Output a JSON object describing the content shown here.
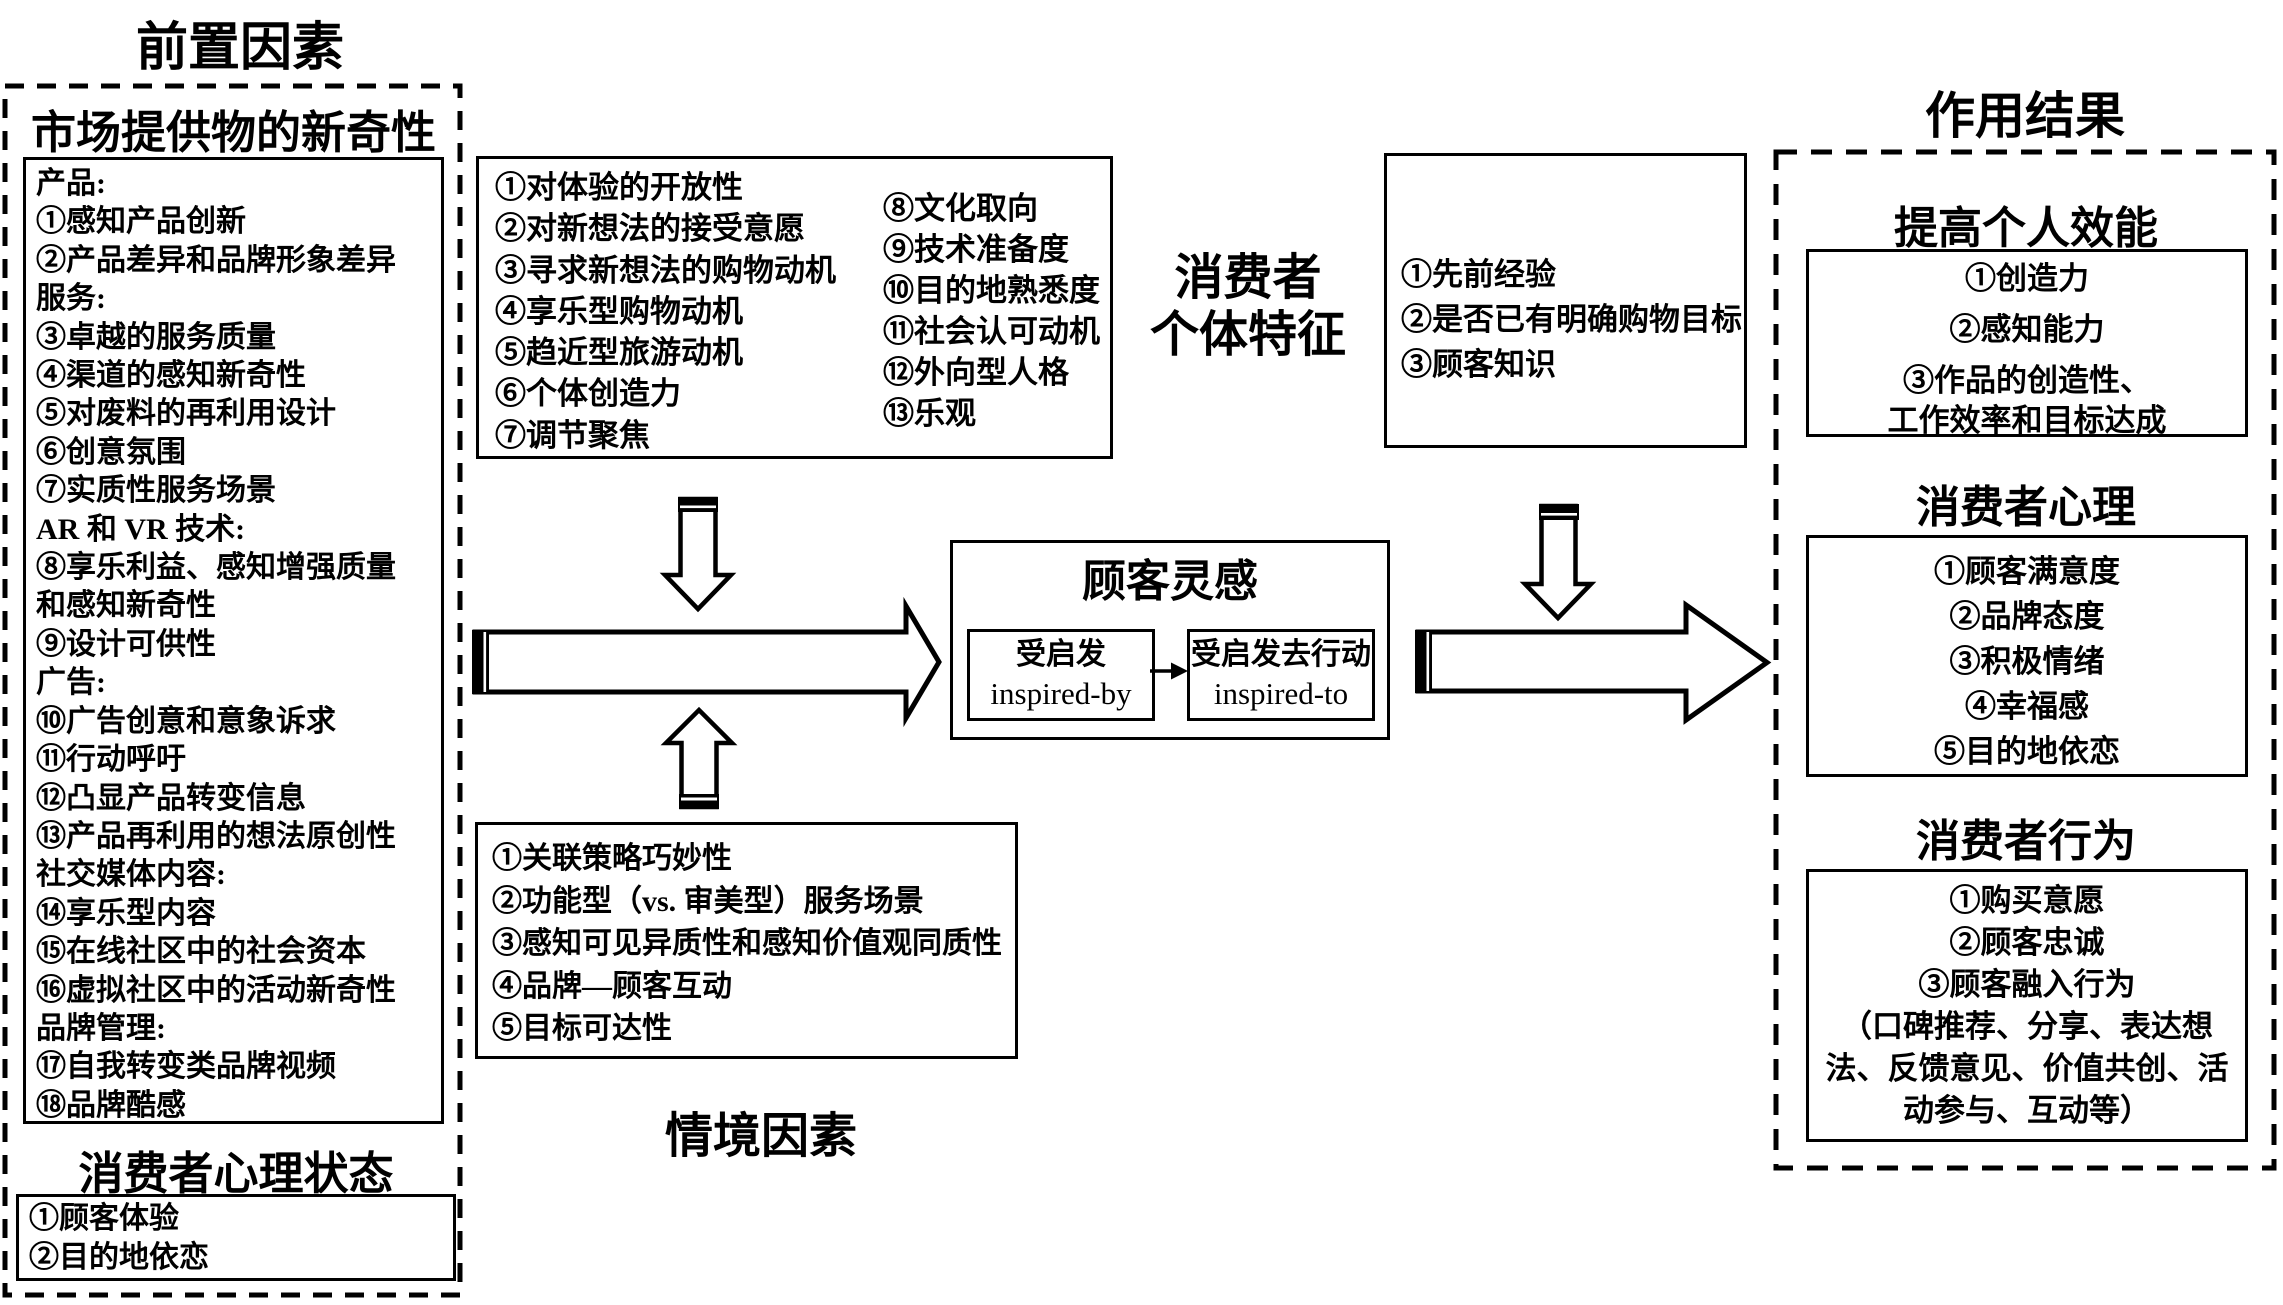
{
  "colors": {
    "ink": "#000000",
    "paper": "#ffffff"
  },
  "titles": {
    "antecedents": "前置因素",
    "outcomes": "作用结果",
    "situational": "情境因素",
    "consumer_traits_line1": "消费者",
    "consumer_traits_line2": "个体特征"
  },
  "market_novelty": {
    "heading": "市场提供物的新奇性",
    "lines": [
      "产品:",
      "①感知产品创新",
      "②产品差异和品牌形象差异",
      "服务:",
      "③卓越的服务质量",
      "④渠道的感知新奇性",
      "⑤对废料的再利用设计",
      "⑥创意氛围",
      "⑦实质性服务场景",
      "AR 和 VR 技术:",
      "⑧享乐利益、感知增强质量",
      "和感知新奇性",
      "⑨设计可供性",
      "广告:",
      "⑩广告创意和意象诉求",
      "⑪行动呼吁",
      "⑫凸显产品转变信息",
      "⑬产品再利用的想法原创性",
      "社交媒体内容:",
      "⑭享乐型内容",
      "⑮在线社区中的社会资本",
      "⑯虚拟社区中的活动新奇性",
      "品牌管理:",
      "⑰自我转变类品牌视频",
      "⑱品牌酷感"
    ]
  },
  "psych_state": {
    "heading": "消费者心理状态",
    "lines": [
      "①顾客体验",
      "②目的地依恋"
    ]
  },
  "traits_box": {
    "col1": [
      "①对体验的开放性",
      "②对新想法的接受意愿",
      "③寻求新想法的购物动机",
      "④享乐型购物动机",
      "⑤趋近型旅游动机",
      "⑥个体创造力",
      "⑦调节聚焦"
    ],
    "col2": [
      "⑧文化取向",
      "⑨技术准备度",
      "⑩目的地熟悉度",
      "⑪社会认可动机",
      "⑫外向型人格",
      "⑬乐观"
    ]
  },
  "prior_box": {
    "lines": [
      "①先前经验",
      "②是否已有明确购物目标",
      "③顾客知识"
    ]
  },
  "situational_box": {
    "lines": [
      "①关联策略巧妙性",
      "②功能型（vs. 审美型）服务场景",
      "③感知可见异质性和感知价值观同质性",
      "④品牌—顾客互动",
      "⑤目标可达性"
    ]
  },
  "inspiration": {
    "title": "顾客灵感",
    "by_cn": "受启发",
    "by_en": "inspired-by",
    "to_cn": "受启发去行动",
    "to_en": "inspired-to"
  },
  "outcomes": {
    "section1": {
      "heading": "提高个人效能",
      "lines": [
        "①创造力",
        "②感知能力",
        "③作品的创造性、",
        "工作效率和目标达成"
      ]
    },
    "section2": {
      "heading": "消费者心理",
      "lines": [
        "①顾客满意度",
        "②品牌态度",
        "③积极情绪",
        "④幸福感",
        "⑤目的地依恋"
      ]
    },
    "section3": {
      "heading": "消费者行为",
      "lines": [
        "①购买意愿",
        "②顾客忠诚",
        "③顾客融入行为",
        "（口碑推荐、分享、表达想",
        "法、反馈意见、价值共创、活",
        "动参与、互动等）"
      ]
    }
  }
}
